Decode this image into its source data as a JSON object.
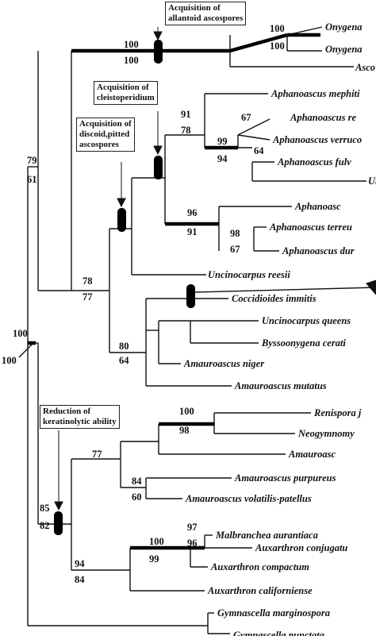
{
  "taxa": {
    "onygena1": "Onygena",
    "onygena2": "Onygena",
    "asco_partial": "Asco",
    "aph_mephit": "Aphanoascus mephiti",
    "aph_re": "Aphanoascus re",
    "aph_verruco": "Aphanoascus verruco",
    "aph_fulv": "Aphanoascus fulv",
    "unc_partial": "Unc",
    "aphanoasc": "Aphanoasc",
    "aph_terreu": "Aphanoascus terreu",
    "aph_dur": "Aphanoascus dur",
    "uncinocarpus_reesii": "Uncinocarpus reesii",
    "coccidioides": "Coccidioides immitis",
    "unc_queens": "Uncinocarpus queens",
    "byssoonygena": "Byssoonygena cerati",
    "amauroascus_niger": "Amauroascus niger",
    "amauroascus_mutatus": "Amauroascus mutatus",
    "renispora": "Renispora j",
    "neogymnomy": "Neogymnomy",
    "amauroasc": "Amauroasc",
    "amauroascus_purpureus": "Amauroascus purpureus",
    "amauroascus_volatilis": "Amauroascus volatilis-patellus",
    "malbranchea": "Malbranchea aurantiaca",
    "auxarthron_conjugat": "Auxarthron conjugatu",
    "auxarthron_compactum": "Auxarthron compactum",
    "auxarthron_californiense": "Auxarthron californiense",
    "gymnascella_marginospora": "Gymnascella marginospora",
    "gymnascella_punctata": "Gymnascella punctata"
  },
  "support": {
    "root_top": "100",
    "root_bot": "100",
    "n79": "79",
    "n61": "61",
    "onyg_top": "100",
    "onyg_bot": "100",
    "onyg2_top": "100",
    "onyg2_bot": "100",
    "n91": "91",
    "n78a": "78",
    "n67a": "67",
    "n99": "99",
    "n64a": "64",
    "n94a": "94",
    "n96": "96",
    "n91b": "91",
    "n98a": "98",
    "n67b": "67",
    "n78b": "78",
    "n77a": "77",
    "n80": "80",
    "n64b": "64",
    "ren_top": "100",
    "ren_bot": "98",
    "n77b": "77",
    "n84a": "84",
    "n60": "60",
    "n85": "85",
    "n82": "82",
    "n97": "97",
    "n96b": "96",
    "mal_top": "100",
    "mal_bot": "99",
    "n94b": "94",
    "n84b": "84"
  },
  "callouts": {
    "allantoid": "Acquisition of\nallantoid ascospores",
    "cleistoperidium": "Acquisition of\ncleistoperidium",
    "discoid": "Acquisition of\ndiscoid,pitted\nascospores",
    "keratinolytic": "Reduction of\nkeratinolytic ability"
  }
}
